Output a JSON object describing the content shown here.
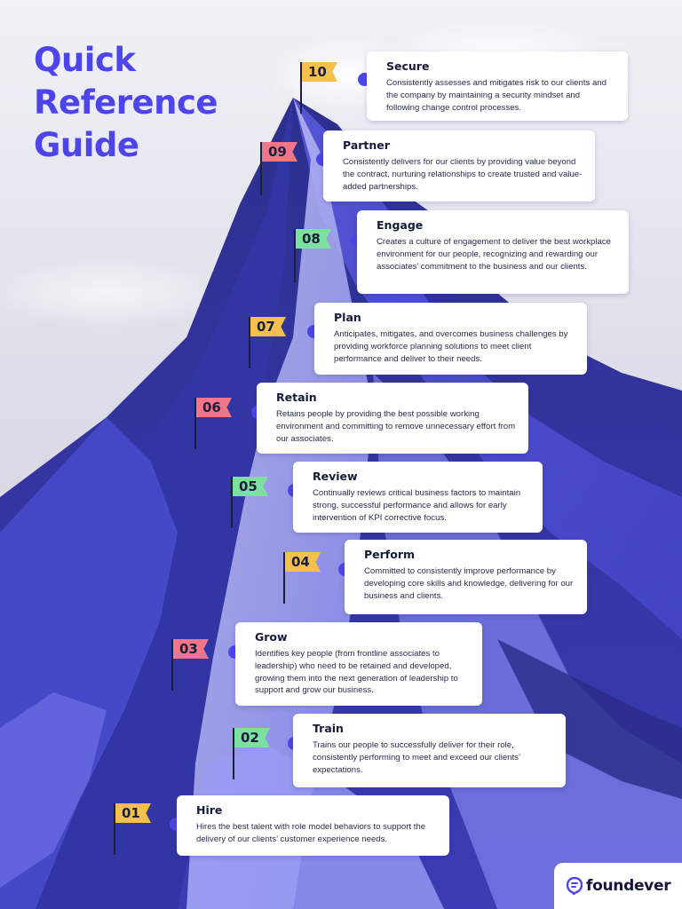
{
  "title": {
    "line1": "Quick",
    "line2": "Reference",
    "line3": "Guide"
  },
  "colors": {
    "title": "#4d45ea",
    "dot": "#4d45ea",
    "flag_yellow": "#f5c04d",
    "flag_pink": "#f2758a",
    "flag_green": "#7be0a0",
    "mountain_dark": "#2b2f8c",
    "mountain_light": "#8d8ff0"
  },
  "steps": [
    {
      "number": "10",
      "title": "Secure",
      "description": "Consistently assesses and mitigates risk to our clients and the company by maintaining a security mindset and following change control processes.",
      "flag_color": "yellow"
    },
    {
      "number": "09",
      "title": "Partner",
      "description": "Consistently delivers for our clients by providing value beyond the contract, nurturing relationships to create trusted and value-added partnerships.",
      "flag_color": "pink"
    },
    {
      "number": "08",
      "title": "Engage",
      "description": "Creates a culture of engagement to deliver the best workplace environment for our people, recognizing and rewarding our associates’ commitment to the business and our clients.",
      "flag_color": "green"
    },
    {
      "number": "07",
      "title": "Plan",
      "description": "Anticipates, mitigates, and overcomes business challenges by providing workforce planning solutions to meet client performance and deliver to their needs.",
      "flag_color": "yellow"
    },
    {
      "number": "06",
      "title": "Retain",
      "description": "Retains people by providing the best possible working environment and committing to remove unnecessary effort from our associates.",
      "flag_color": "pink"
    },
    {
      "number": "05",
      "title": "Review",
      "description": "Continually reviews critical business factors to maintain strong, successful performance and allows for early intervention of KPI corrective focus.",
      "flag_color": "green"
    },
    {
      "number": "04",
      "title": "Perform",
      "description": "Committed to consistently improve performance by developing core skills and knowledge, delivering for our business and clients.",
      "flag_color": "yellow"
    },
    {
      "number": "03",
      "title": "Grow",
      "description": "Identifies key people (from frontline associates to leadership) who need to be retained and developed, growing them into the next generation of leadership to support and grow our business.",
      "flag_color": "pink"
    },
    {
      "number": "02",
      "title": "Train",
      "description": "Trains our people to successfully deliver for their role, consistently performing to meet and exceed our clients’ expectations.",
      "flag_color": "green"
    },
    {
      "number": "01",
      "title": "Hire",
      "description": "Hires the best talent with role model behaviors to support the delivery of our clients’ customer experience needs.",
      "flag_color": "yellow"
    }
  ],
  "brand": {
    "name": "foundever",
    "icon": "foundever-logo-icon"
  }
}
